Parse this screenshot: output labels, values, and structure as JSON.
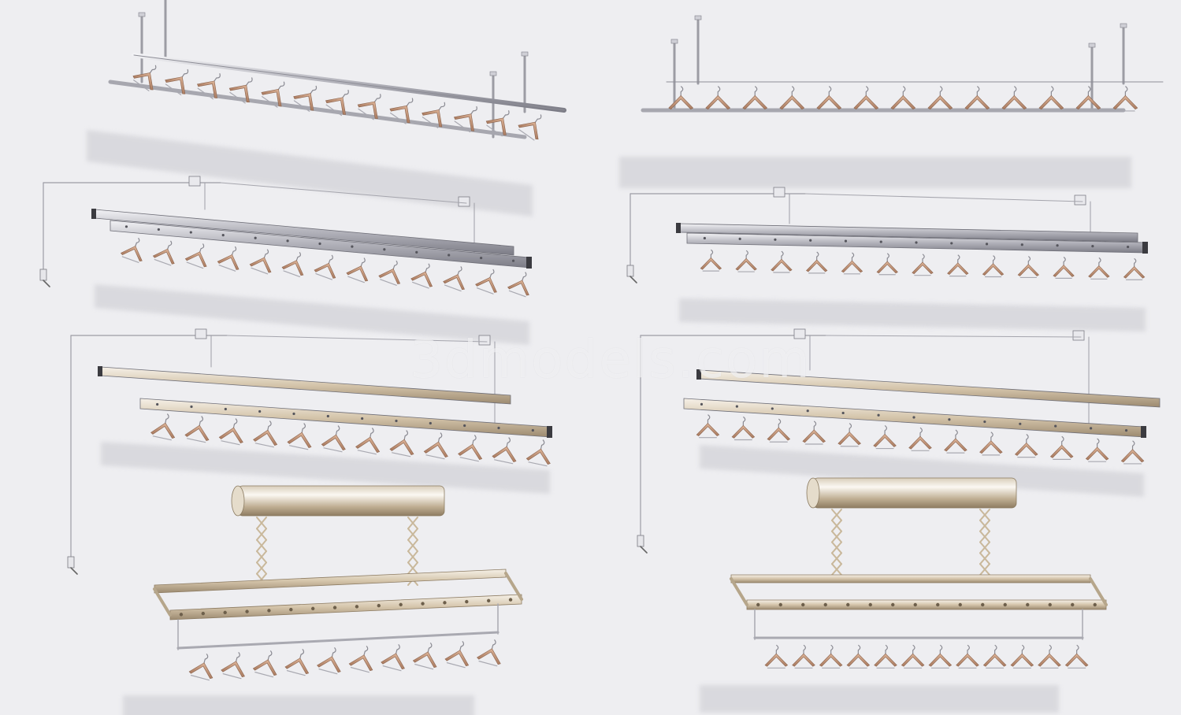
{
  "scene": {
    "background": "#eeeef1",
    "metal_color": "#b9b9c0",
    "metal_dark": "#6f6f78",
    "gold_color": "#cdbb9f",
    "wood_color": "#c49478",
    "shadow_color": "#c9c9cf",
    "watermark_text": "3dmodels.com"
  },
  "racks": [
    {
      "id": "rack-ceiling-angled",
      "panel": "left",
      "style": "ceiling-rod",
      "hangers": 13
    },
    {
      "id": "rack-ceiling-straight",
      "panel": "right",
      "style": "ceiling-rod",
      "hangers": 13
    },
    {
      "id": "rack-hand-crank-silver-left",
      "panel": "left",
      "style": "crank-double-bar",
      "hangers": 13
    },
    {
      "id": "rack-hand-crank-silver-right",
      "panel": "right",
      "style": "crank-double-bar",
      "hangers": 13
    },
    {
      "id": "rack-hand-crank-gold-left",
      "panel": "left",
      "style": "crank-double-bar",
      "hangers": 12
    },
    {
      "id": "rack-hand-crank-gold-right",
      "panel": "right",
      "style": "crank-double-bar",
      "hangers": 13
    },
    {
      "id": "rack-electric-left",
      "panel": "left",
      "style": "electric-scissor",
      "hangers": 10
    },
    {
      "id": "rack-electric-right",
      "panel": "right",
      "style": "electric-scissor",
      "hangers": 12
    }
  ]
}
